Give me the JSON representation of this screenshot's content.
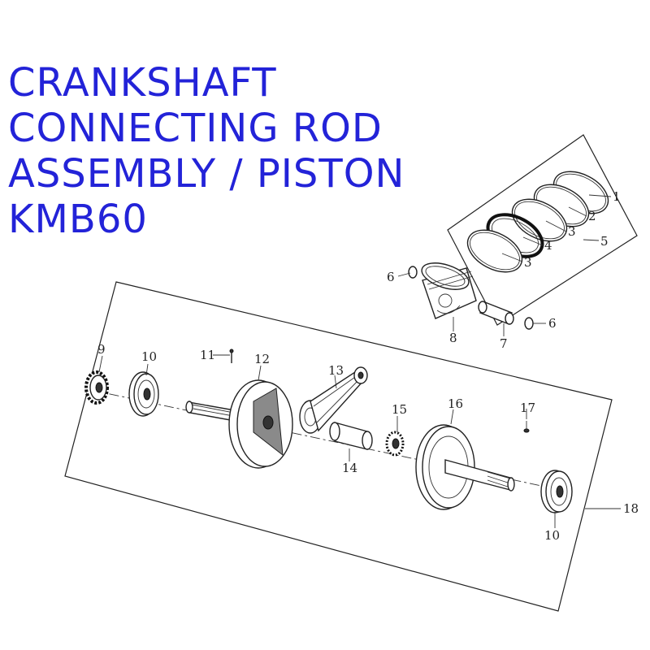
{
  "title": {
    "lines": [
      "CRANKSHAFT",
      "CONNECTING ROD",
      "ASSEMBLY / PISTON",
      "KMB60"
    ],
    "color": "#2323d8"
  },
  "callouts": {
    "c1": "1",
    "c2": "2",
    "c3a": "3",
    "c4": "4",
    "c3b": "3",
    "c5": "5",
    "c6a": "6",
    "c6b": "6",
    "c7": "7",
    "c8": "8",
    "c9": "9",
    "c10a": "10",
    "c11": "11",
    "c12": "12",
    "c13": "13",
    "c14": "14",
    "c15": "15",
    "c16": "16",
    "c17": "17",
    "c18": "18",
    "c10b": "10"
  }
}
